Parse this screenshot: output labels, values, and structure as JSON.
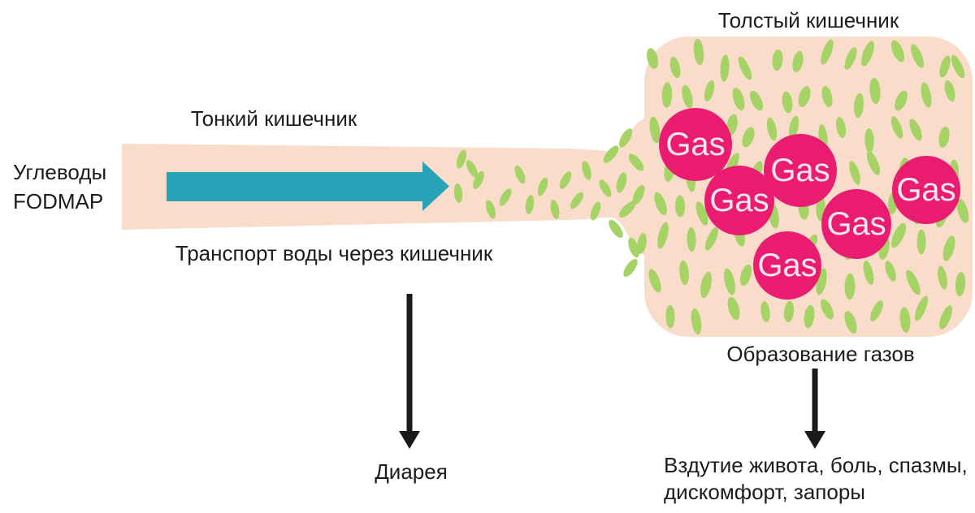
{
  "diagram": {
    "labels": {
      "large_intestine": "Толстый кишечник",
      "small_intestine": "Тонкий кишечник",
      "fodmap_line1": "Углеводы",
      "fodmap_line2": "FODMAP",
      "water_transport": "Транспорт воды через кишечник",
      "diarrhea": "Диарея",
      "gas_formation": "Образование газов",
      "symptoms_line1": "Вздутие живота, боль, спазмы,",
      "symptoms_line2": "дискомфорт, запоры",
      "gas": "Gas"
    },
    "colors": {
      "intestine_fill": "#fadcca",
      "bacteria_green": "#a5d365",
      "arrow_teal": "#29a3b8",
      "gas_circle": "#ea1c72",
      "gas_text": "#fbe7ef",
      "text": "#1c1c1c",
      "flow_arrow_black": "#1a1a1a"
    }
  }
}
